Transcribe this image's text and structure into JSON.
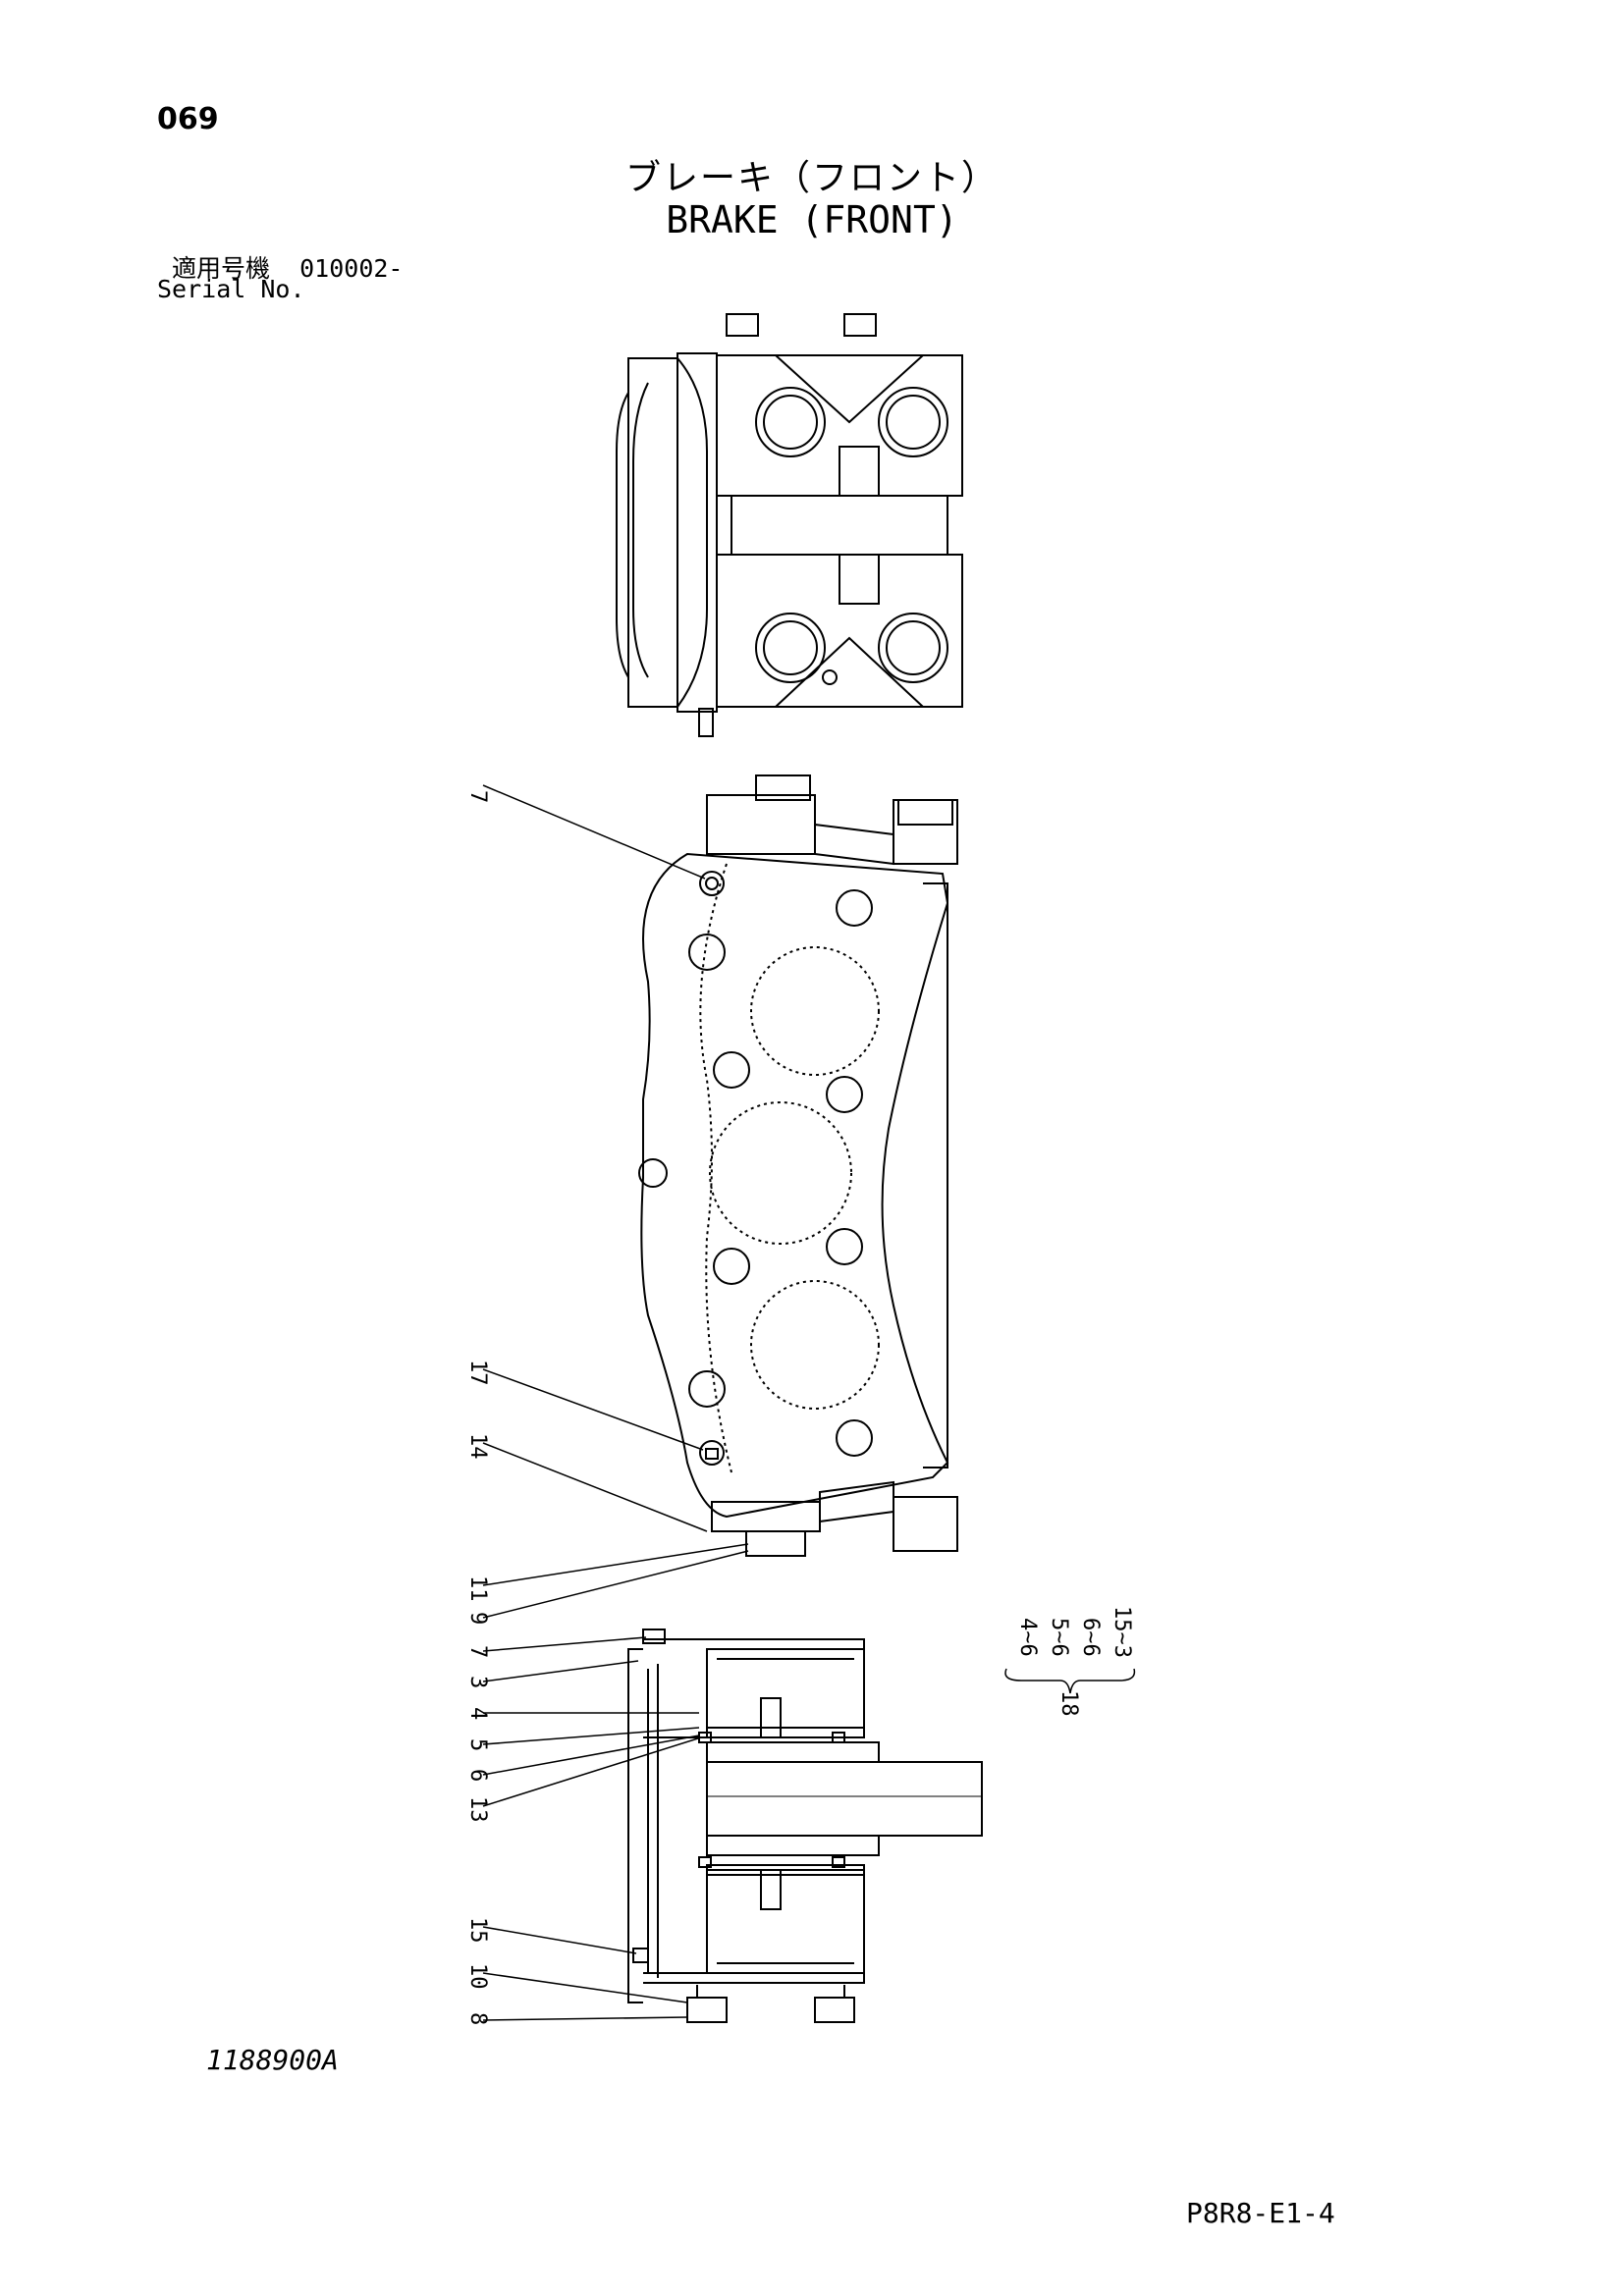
{
  "header": {
    "page_number": "069",
    "title_jp": "ブレーキ（フロント）",
    "title_en": "BRAKE (FRONT)",
    "serial_label_jp": "適用号機",
    "serial_value": "010002-",
    "serial_label_en": "Serial No."
  },
  "footer": {
    "drawing_number": "1188900A",
    "page_code": "P8R8-E1-4"
  },
  "callouts": {
    "middle": [
      "7",
      "17",
      "14"
    ],
    "lower": [
      "11",
      "9",
      "7",
      "3",
      "4",
      "5",
      "6",
      "13",
      "15",
      "10",
      "8"
    ],
    "group": {
      "number": "18",
      "items": [
        "4~6",
        "5~6",
        "6~6",
        "15~3"
      ]
    }
  }
}
